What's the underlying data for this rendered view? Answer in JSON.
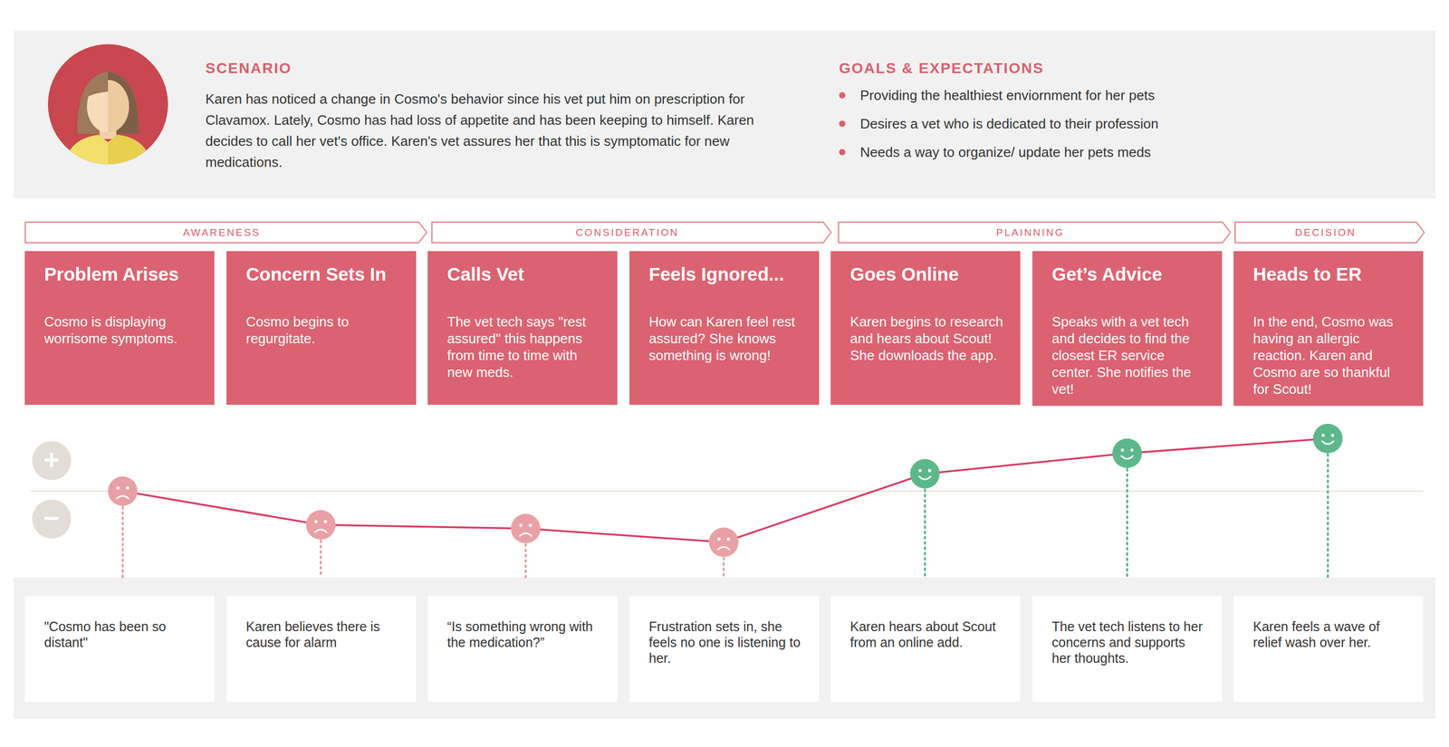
{
  "diagram": {
    "nodes": [
      {
        "text": [
          "SCENARIO",
          "Karen has noticed a change in Cosmo's behavior since his vet put him on prescription for Clavamox. Lately, Cosmo has had loss of appetite and has been keeping to himself. Karen decides to call her vet's office. Karen's vet assures her that this is symptomatic for new medications.",
          "GOALS & EXPECTATIONS",
          "Providing the healthiest enviornment for her pets",
          "Desires a vet who is dedicated to their profession",
          "Needs a way to organize/ update her pets meds"
        ]
      },
      {
        "text": [
          "AWARENESS"
        ]
      },
      {
        "text": [
          "CONSIDERATION"
        ]
      },
      {
        "text": [
          "PLAINNING"
        ]
      },
      {
        "text": [
          "DECISION"
        ]
      },
      {
        "text": [
          "Problem Arises",
          "Cosmo is displaying worrisome symptoms."
        ]
      },
      {
        "text": [
          "Concern Sets In",
          "Cosmo begins to regurgitate."
        ]
      },
      {
        "text": [
          "Calls Vet",
          "The vet tech says \"rest assured\" this happens from time to time with new meds."
        ]
      },
      {
        "text": [
          "Feels Ignored...",
          "How can Karen feel rest assured? She knows something is wrong!"
        ]
      },
      {
        "text": [
          "Goes Online",
          "Karen begins to research and hears about Scout! She downloads the app."
        ]
      },
      {
        "text": [
          "Get’s Advice",
          "Speaks with a vet tech and decides to find the closest ER service center. She notifies the vet!"
        ]
      },
      {
        "text": [
          "Heads to ER",
          "In the end, Cosmo was having an allergic reaction. Karen and Cosmo are so thankful for Scout!"
        ]
      },
      {
        "text": [
          "\"Cosmo has been so distant\""
        ]
      },
      {
        "text": [
          "Karen believes there is cause for alarm"
        ]
      },
      {
        "text": [
          "“Is something wrong with the medication?”"
        ]
      },
      {
        "text": [
          "Frustration sets in, she feels no one is listening to her."
        ]
      },
      {
        "text": [
          "Karen hears about Scout from an online add."
        ]
      },
      {
        "text": [
          "The vet tech listens to her concerns and supports her thoughts."
        ]
      },
      {
        "text": [
          "Karen feels a wave of relief wash over her."
        ]
      }
    ],
    "labels": [
      "+",
      "−"
    ]
  }
}
